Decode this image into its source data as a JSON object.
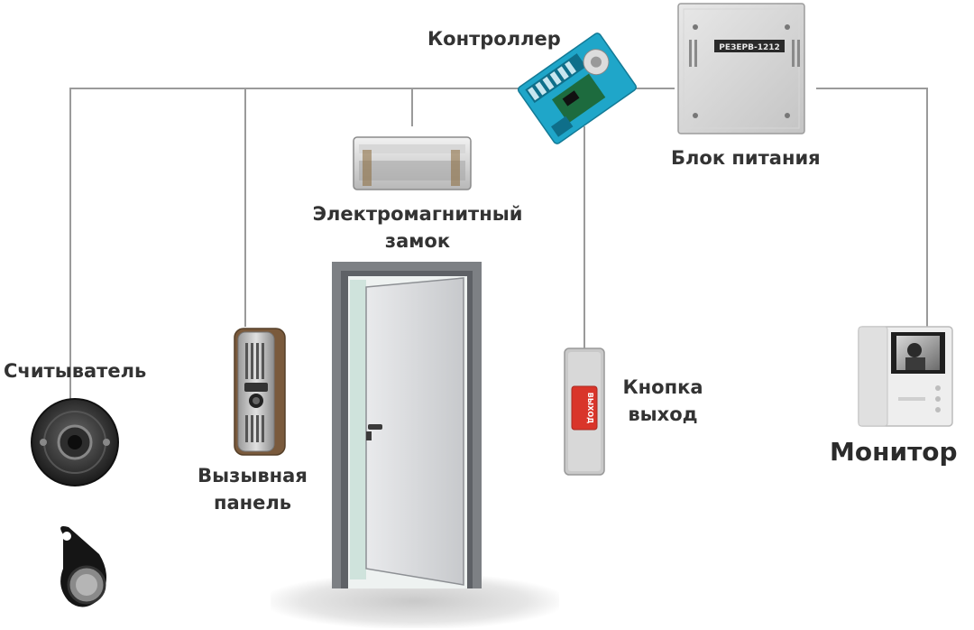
{
  "labels": {
    "controller": "Контроллер",
    "power_supply": "Блок питания",
    "lock_line1": "Электромагнитный",
    "lock_line2": "замок",
    "reader": "Считыватель",
    "call_panel_line1": "Вызывная",
    "call_panel_line2": "панель",
    "exit_button_line1": "Кнопка",
    "exit_button_line2": "выход",
    "monitor": "Монитор"
  },
  "devices": {
    "power_supply_brand": "РЕЗЕРВ-1212",
    "exit_button_text": "ВЫХОД"
  },
  "colors": {
    "wire": "#9a9a9a",
    "exit_button_red": "#d9352a",
    "controller_board": "#1fa6c9",
    "text": "#333333"
  }
}
